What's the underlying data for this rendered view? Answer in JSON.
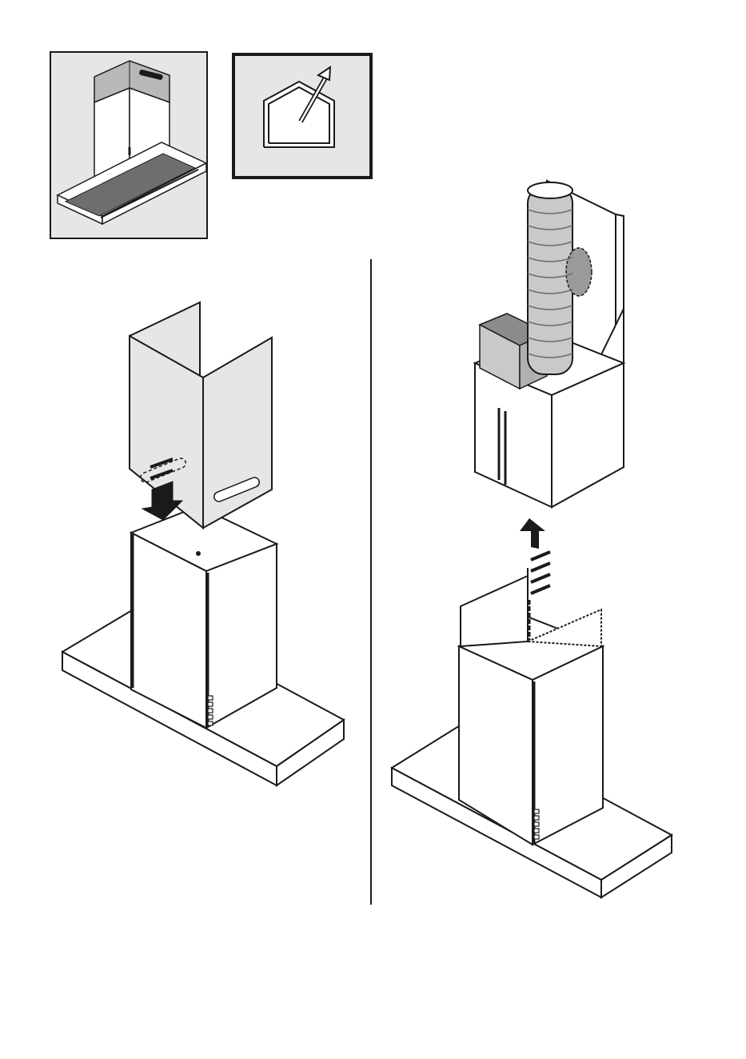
{
  "colors": {
    "line": "#1a1a1a",
    "panel_fill": "#e6e6e6",
    "hood_fill": "#ffffff",
    "filter_fill": "#6e6e6e",
    "hose_fill": "#c9c9c9",
    "hose_band": "#8c8c8c"
  },
  "icons": {
    "product_thumbnail": "chimney-hood-icon",
    "mode_symbol": "house-exhaust-arrow-icon",
    "step_left_arrow": "arrow-down-icon",
    "step_right_arrow": "arrow-up-icon"
  },
  "steps": [
    {
      "id": "step-1",
      "action": "lower-upper-chimney",
      "arrow_direction": "down"
    },
    {
      "id": "step-2",
      "action": "raise-upper-chimney",
      "arrow_direction": "up"
    }
  ]
}
